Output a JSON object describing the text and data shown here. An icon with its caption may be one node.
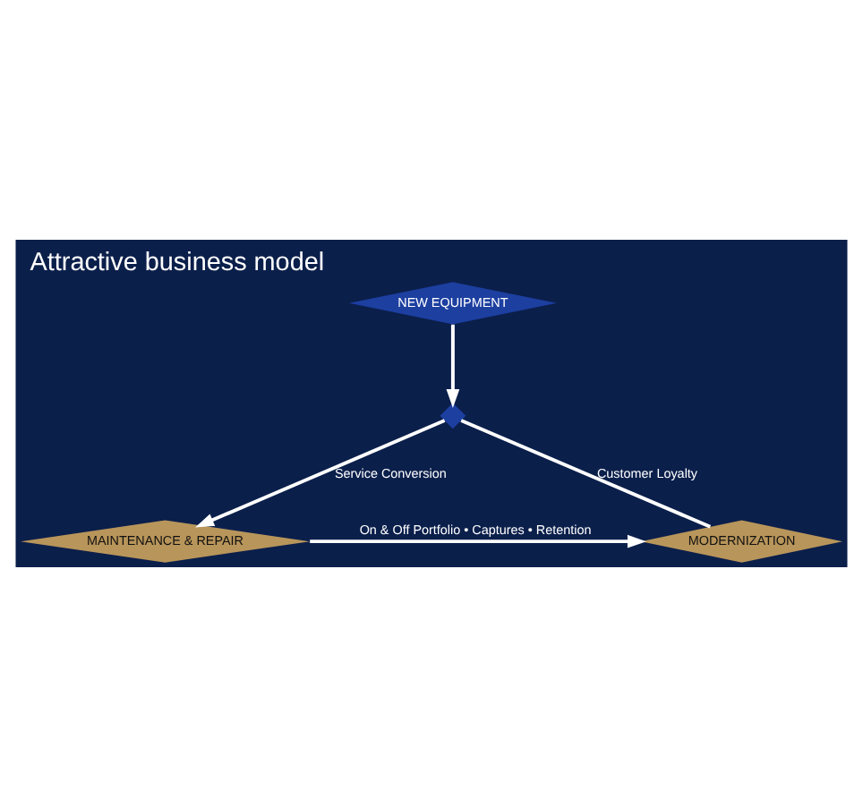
{
  "diagram": {
    "title": "Attractive business model",
    "nodes": [
      {
        "text": [
          "NEW EQUIPMENT"
        ]
      },
      {
        "text": [],
        "shape": "diamond"
      },
      {
        "text": [
          "MODERNIZATION"
        ]
      },
      {
        "text": [
          "MAINTENANCE & REPAIR"
        ]
      }
    ],
    "edges": [
      {
        "from": 0,
        "to": 1,
        "arrow": "to"
      },
      {
        "from": 2,
        "to": 1,
        "label": "Customer Loyalty",
        "arrow": "none"
      },
      {
        "from": 1,
        "to": 3,
        "label": "Service Conversion",
        "arrow": "to"
      },
      {
        "from": 3,
        "to": 2,
        "label": "On & Off Portfolio • Captures • Retention",
        "arrow": "to"
      }
    ]
  }
}
